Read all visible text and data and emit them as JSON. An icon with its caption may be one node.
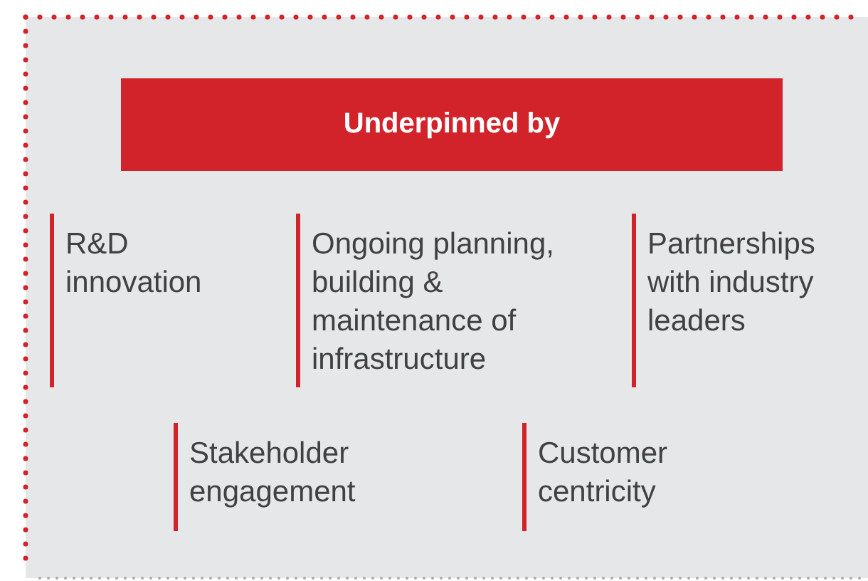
{
  "diagram": {
    "nodes": [
      {
        "text": [
          "Underpinned by"
        ]
      },
      {
        "text": [
          "R&D innovation"
        ]
      },
      {
        "text": [
          "Ongoing planning, building & maintenance of infrastructure"
        ]
      },
      {
        "text": [
          "Partnerships with industry leaders"
        ]
      },
      {
        "text": [
          "Stakeholder engagement"
        ]
      },
      {
        "text": [
          "Customer centricity"
        ]
      }
    ]
  }
}
